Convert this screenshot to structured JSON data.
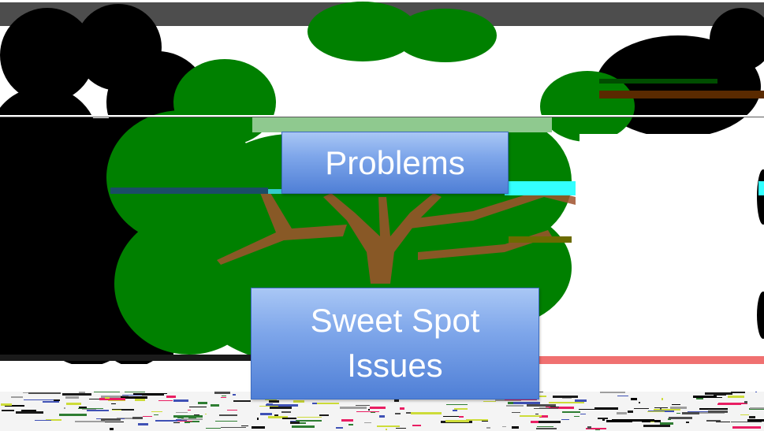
{
  "labels": {
    "problems": "Problems",
    "sweet_spot_line1": "Sweet Spot",
    "sweet_spot_line2": "Issues"
  },
  "colors": {
    "foliage": "#008000",
    "branch": "#a0522d",
    "shadow": "#000000",
    "box_top": "#a9c7f5",
    "box_bottom": "#4f7fd6",
    "box_border": "#3d6cc0",
    "band_light_green": "#8fc98f",
    "cyan_artifact": "#33ffff",
    "red_artifact": "#f07070"
  }
}
